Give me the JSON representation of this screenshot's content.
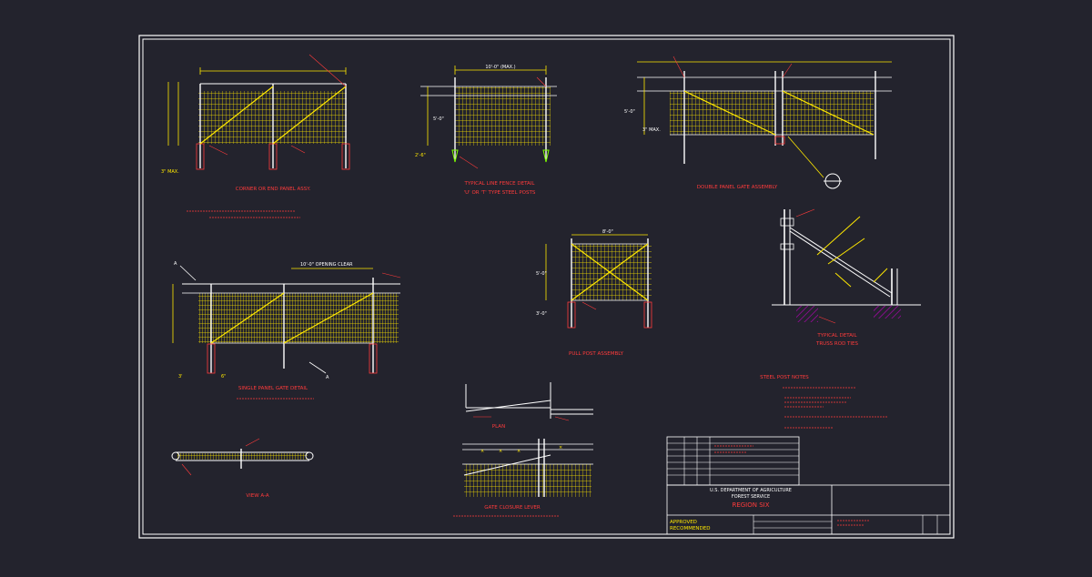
{
  "colors": {
    "background": "#23232d",
    "frame": "#ffffff",
    "mesh": "#ffe800",
    "annotation": "#ff3b3b",
    "hatch": "#c000c0"
  },
  "drawing": {
    "detail_titles": {
      "corner_panel": "CORNER OR END PANEL ASSY.",
      "line_fence_1": "TYPICAL LINE FENCE DETAIL",
      "line_fence_2": "'U' OR 'T' TYPE STEEL POSTS",
      "double_gate": "DOUBLE PANEL GATE ASSEMBLY",
      "single_gate": "SINGLE PANEL GATE DETAIL",
      "pull_post": "PULL POST ASSEMBLY",
      "truss_1": "TYPICAL DETAIL",
      "truss_2": "TRUSS ROD TIES",
      "plan": "PLAN",
      "gate_closure": "GATE CLOSURE LEVER",
      "view": "VIEW A-A",
      "steel_post_notes": "STEEL POST NOTES"
    },
    "dimensions": {
      "line_fence_span": "10'-0\" (MAX.)",
      "line_fence_height": "5'-0\"",
      "line_fence_embed": "2'-6\"",
      "opening_clear": "10'-0\" OPENING CLEAR",
      "pull_post_span": "8'-0\"",
      "pull_post_height": "5'-0\"",
      "pull_post_embed": "3'-0\"",
      "max_gap": "3\" MAX.",
      "double_gate_height": "5'-0\"",
      "double_gate_gap": "3\" MAX.",
      "single_gate_bottom": "6\"",
      "single_gate_side": "3'",
      "section_mark": "A"
    },
    "title_block": {
      "agency": "U.S. DEPARTMENT OF AGRICULTURE",
      "service": "FOREST SERVICE",
      "region": "REGION SIX",
      "approved": "APPROVED",
      "recommended": "RECOMMENDED"
    }
  }
}
